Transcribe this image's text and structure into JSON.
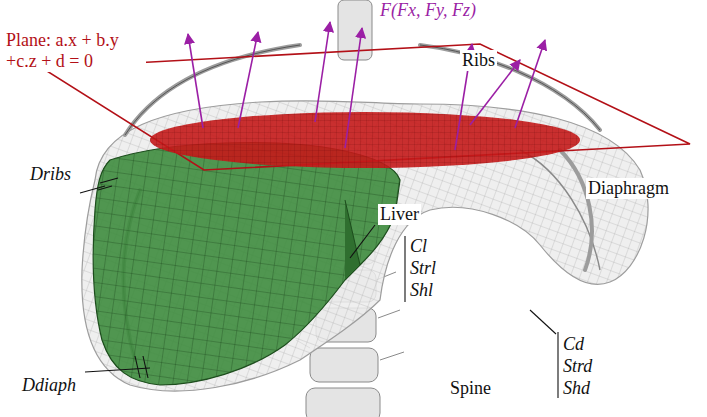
{
  "diagram": {
    "labels": [
      "F(Fx, Fy, Fz)",
      "Plane: a.x + b.y +c.z + d = 0",
      "Ribs",
      "Diaphragm",
      "Liver",
      "Cl",
      "Strl",
      "Shl",
      "Cd",
      "Strd",
      "Shd",
      "Dribs",
      "Ddiaph",
      "Spine"
    ]
  }
}
